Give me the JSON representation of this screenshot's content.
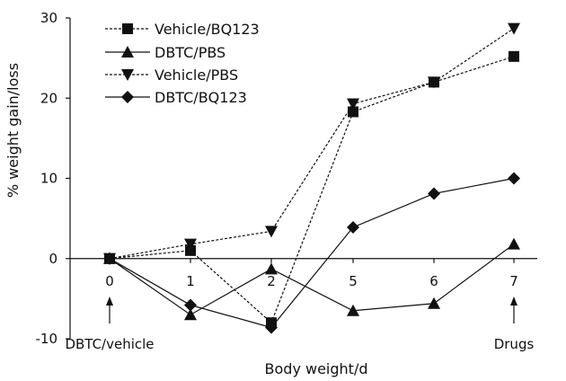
{
  "chart_data": {
    "type": "line",
    "title": "",
    "xlabel": "Body weight/d",
    "ylabel": "% weight gain/loss",
    "categories": [
      "0",
      "1",
      "2",
      "5",
      "6",
      "7"
    ],
    "ylim": [
      -10,
      30
    ],
    "yticks": [
      -10,
      0,
      10,
      20,
      30
    ],
    "grid": false,
    "legend_position": "top-left",
    "series": [
      {
        "name": "Vehicle/BQ123",
        "marker": "square",
        "line": "dashed",
        "values": [
          0,
          1,
          -8,
          18.3,
          22,
          25.2
        ]
      },
      {
        "name": "DBTC/PBS",
        "marker": "triangle-up",
        "line": "solid",
        "values": [
          0,
          -7,
          -1.3,
          -6.5,
          -5.6,
          1.8
        ]
      },
      {
        "name": "Vehicle/PBS",
        "marker": "triangle-down",
        "line": "dashed",
        "values": [
          0,
          1.8,
          3.4,
          19.3,
          22,
          28.7
        ]
      },
      {
        "name": "DBTC/BQ123",
        "marker": "diamond",
        "line": "solid",
        "values": [
          0,
          -5.8,
          -8.6,
          3.9,
          8.1,
          10
        ]
      }
    ],
    "annotations": [
      {
        "text": "DBTC/vehicle",
        "at_category": "0"
      },
      {
        "text": "Drugs",
        "at_category": "7"
      }
    ]
  }
}
